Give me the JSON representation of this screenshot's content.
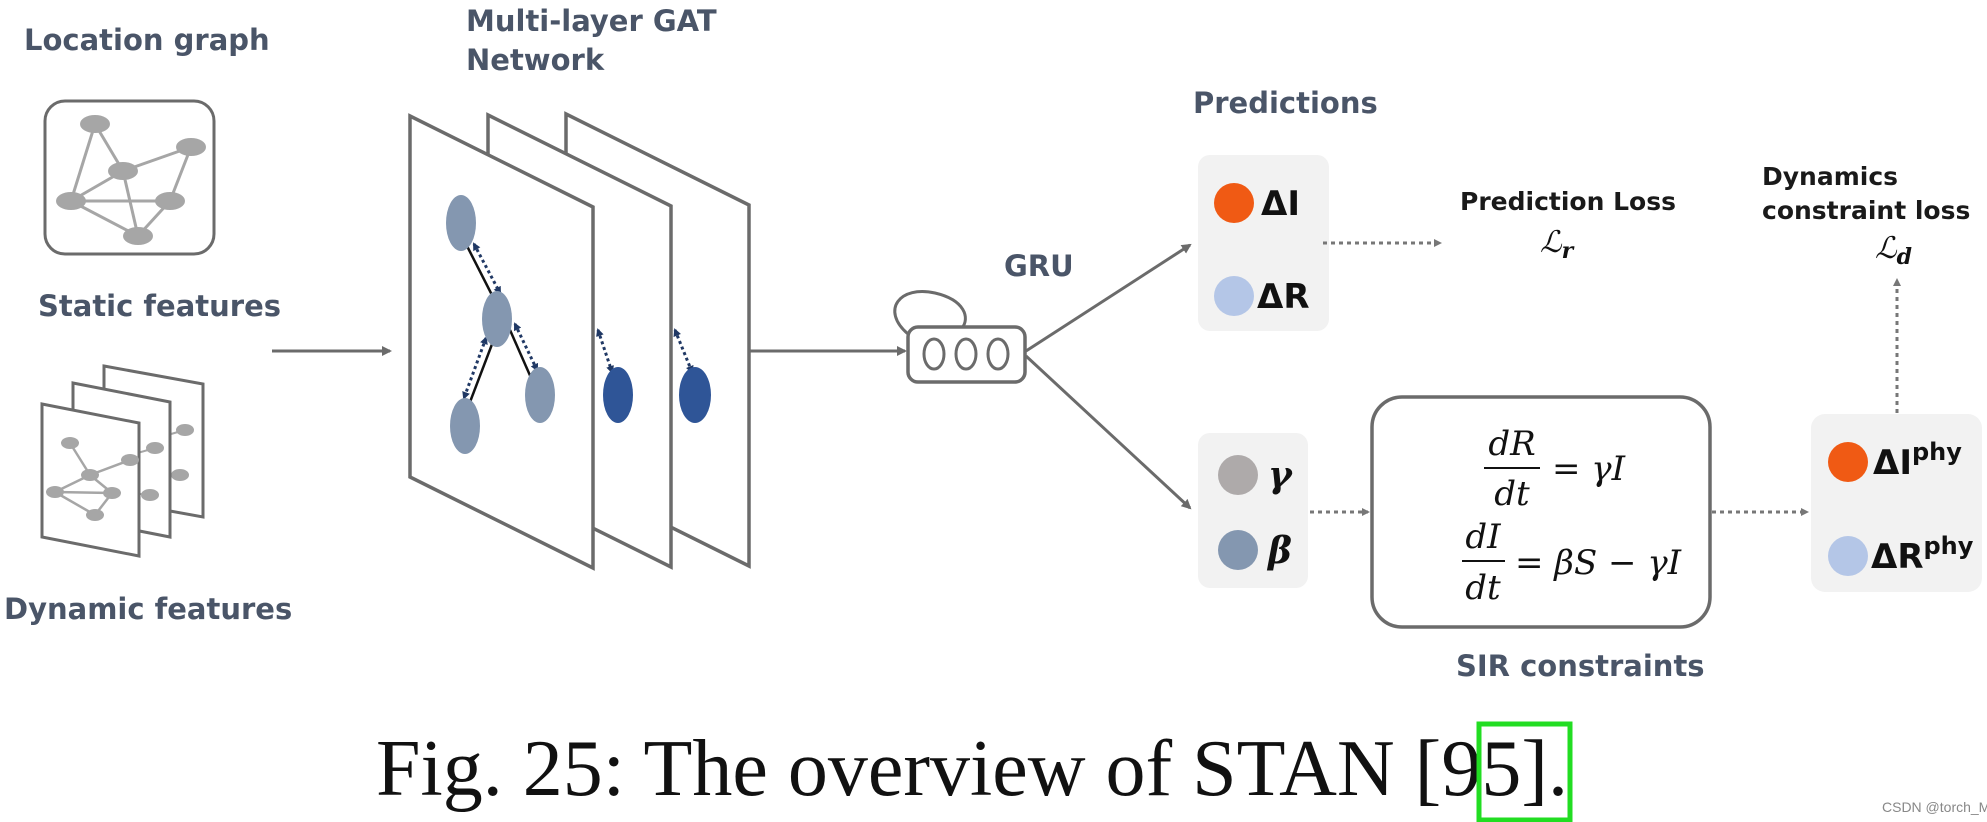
{
  "labels": {
    "location_graph": "Location graph",
    "static_features": "Static features",
    "dynamic_features": "Dynamic features",
    "gat_line1": "Multi-layer GAT",
    "gat_line2": "Network",
    "gru": "GRU",
    "predictions": "Predictions",
    "prediction_loss": "Prediction Loss",
    "loss_r_base": "ℒ",
    "loss_r_sub": "r",
    "dyn_line1": "Dynamics",
    "dyn_line2": "constraint loss",
    "loss_d_base": "ℒ",
    "loss_d_sub": "d",
    "sir_constraints": "SIR constraints"
  },
  "outputs": {
    "delta_i": "ΔI",
    "delta_r": "ΔR",
    "gamma": "γ",
    "beta": "β",
    "delta_i_phy_base": "ΔI",
    "delta_i_phy_sup": "phy",
    "delta_r_phy_base": "ΔR",
    "delta_r_phy_sup": "phy"
  },
  "equations": {
    "eq1_num": "dR",
    "eq1_den": "dt",
    "eq1_rhs": "= γI",
    "eq2_num": "dI",
    "eq2_den": "dt",
    "eq2_rhs": "= βS − γI"
  },
  "caption": {
    "prefix": "Fig. 25: The overview of STAN [",
    "ref": "95",
    "suffix": "]."
  },
  "watermark": "CSDN @torch_M",
  "colors": {
    "orange": "#f05a14",
    "light_blue": "#b4c6e7",
    "gray_dot": "#aeaaaa",
    "slate_dot": "#8497b0",
    "node_slate": "#8497b0",
    "node_navy": "#2f5597",
    "highlight": "#22dd22"
  },
  "icons": {
    "gru_cell": "recurrent-cell-icon",
    "graph": "graph-icon"
  }
}
